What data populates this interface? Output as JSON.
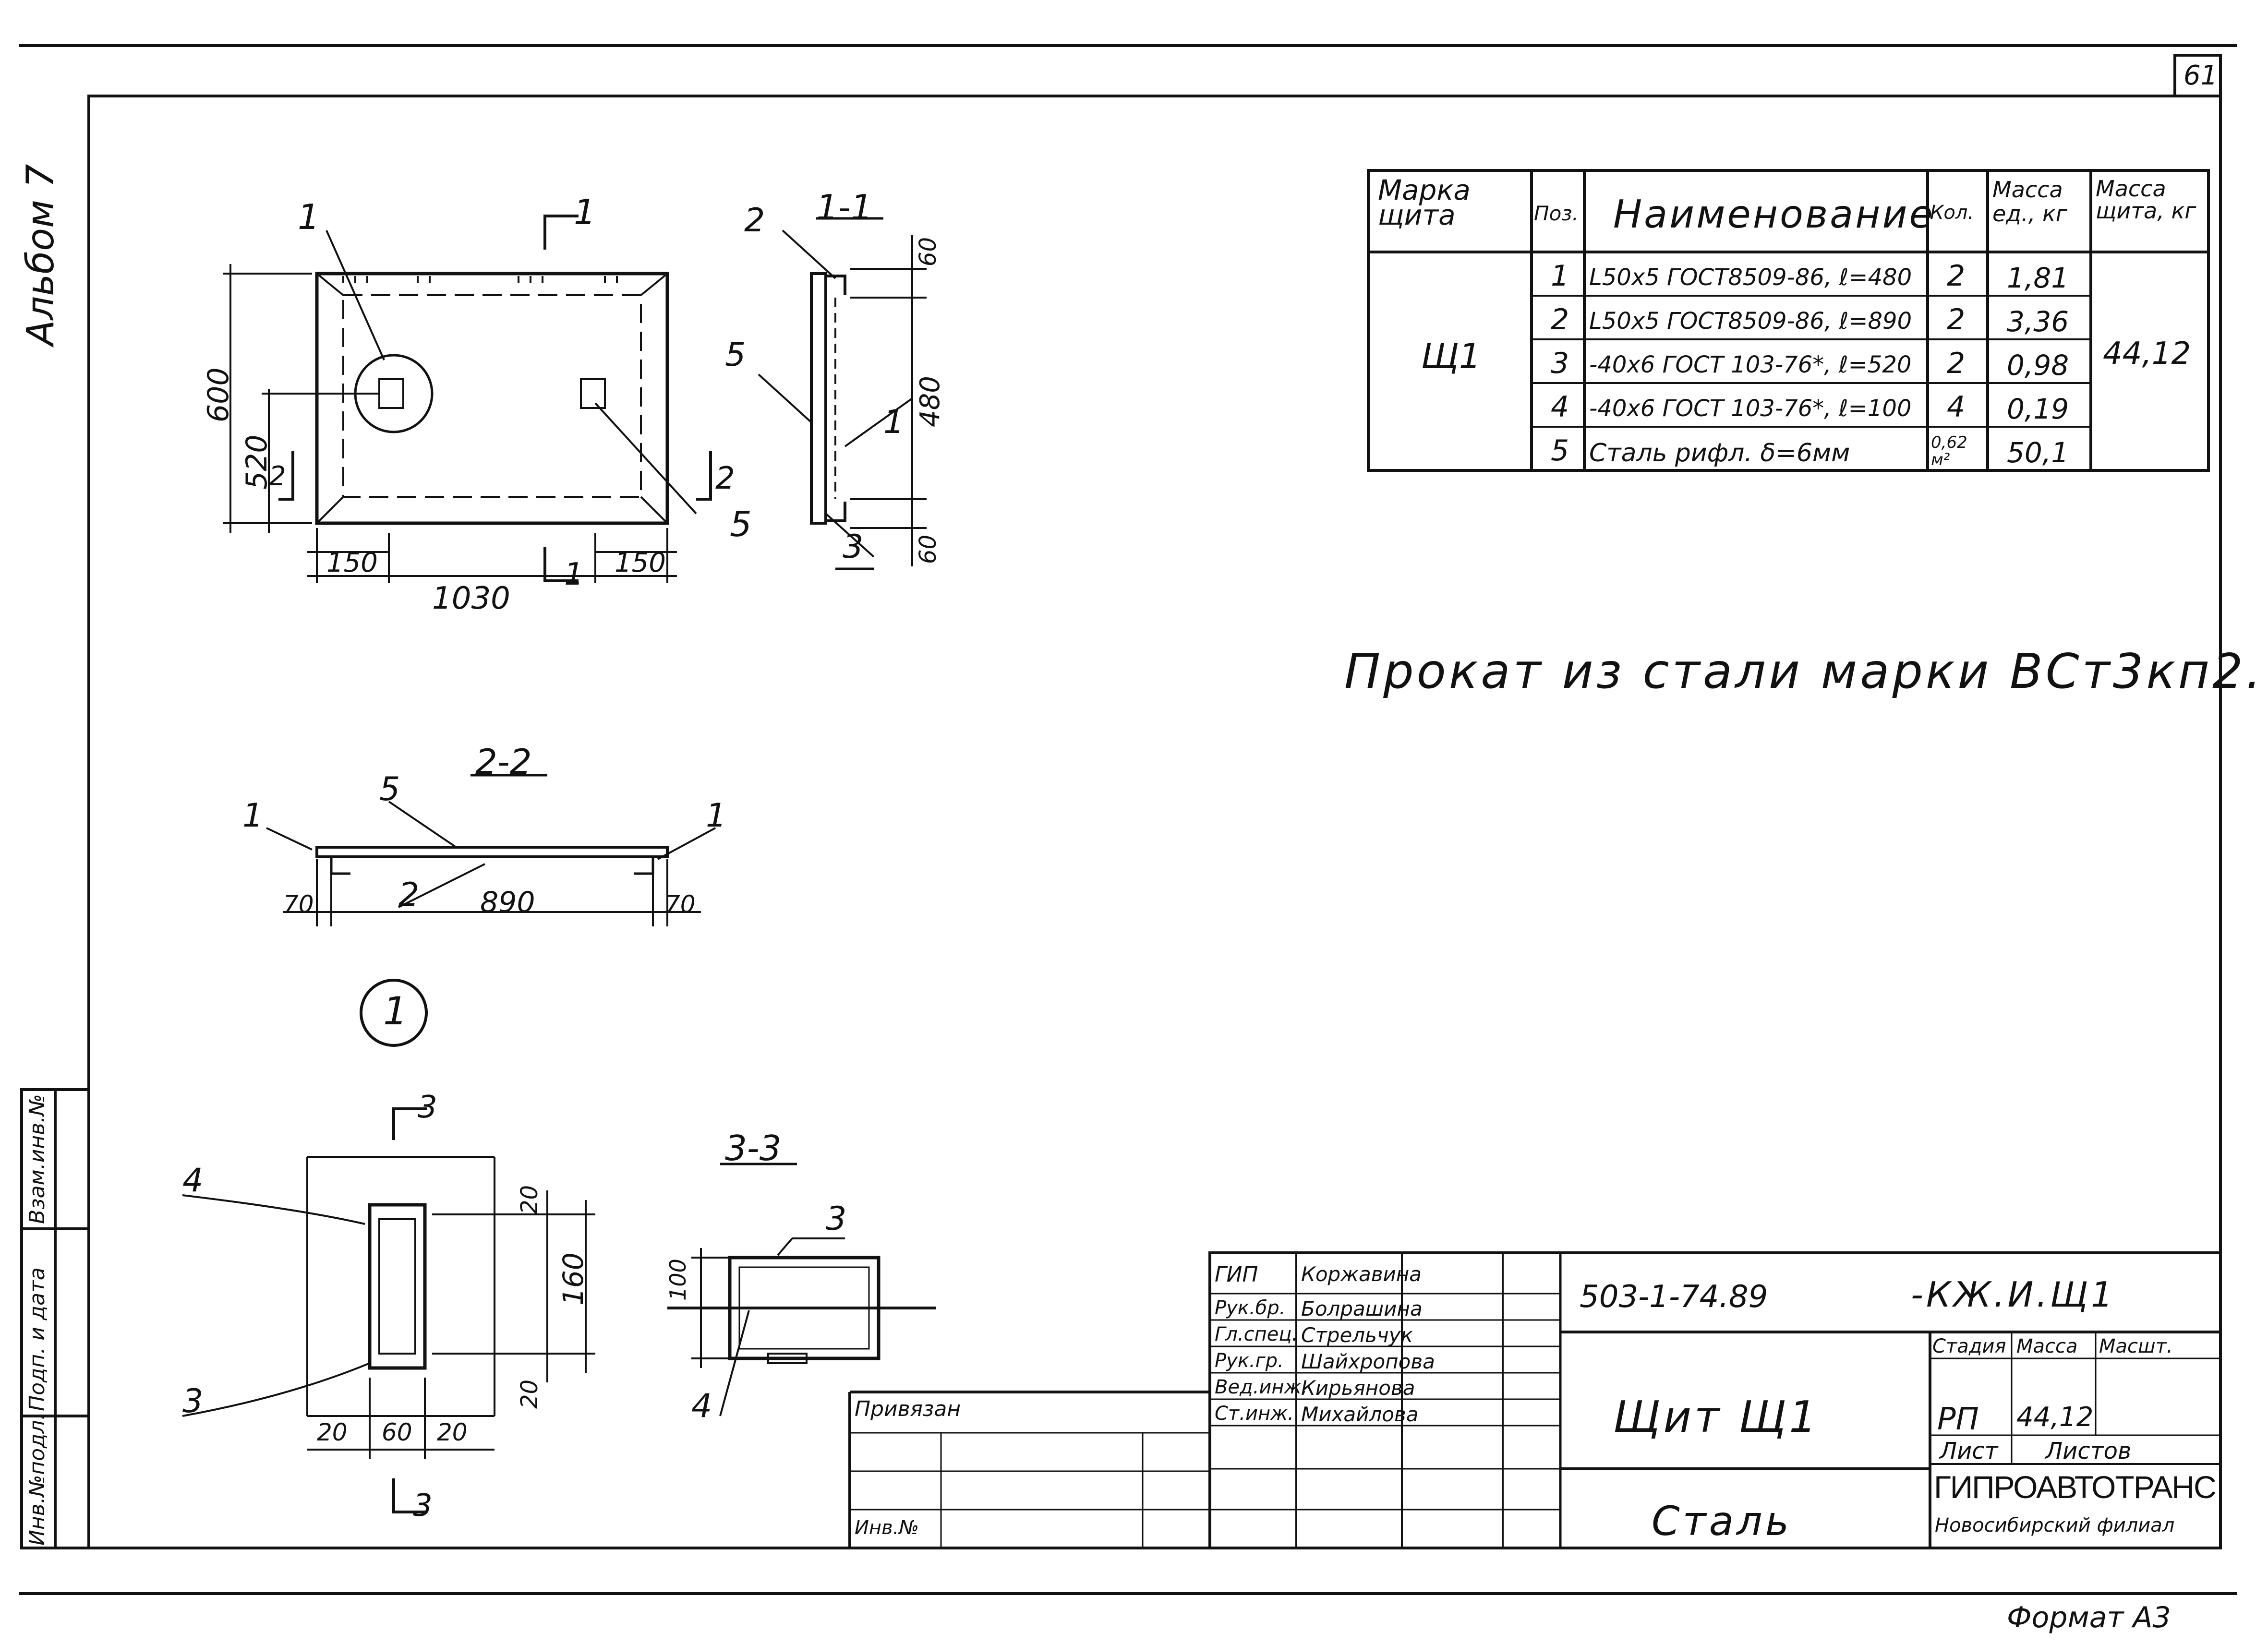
{
  "sheet": {
    "album": "Альбом 7",
    "sheet_no": "61",
    "bottom_stamp": "Формат А3",
    "note": "Прокат из стали марки ВСт3кп2."
  },
  "spec_table": {
    "headers": [
      "Марка щита",
      "Поз.",
      "Наименование",
      "Кол.",
      "Масса ед., кг",
      "Масса щита, кг"
    ],
    "mark": "Щ1",
    "total_mass": "44,12",
    "rows": [
      {
        "pos": "1",
        "name": "L50x5 ГОСТ8509-86, ℓ=480",
        "qty": "2",
        "mass": "1,81"
      },
      {
        "pos": "2",
        "name": "L50x5 ГОСТ8509-86, ℓ=890",
        "qty": "2",
        "mass": "3,36"
      },
      {
        "pos": "3",
        "name": "-40x6 ГОСТ 103-76*, ℓ=520",
        "qty": "2",
        "mass": "0,98"
      },
      {
        "pos": "4",
        "name": "-40x6 ГОСТ 103-76*, ℓ=100",
        "qty": "4",
        "mass": "0,19"
      },
      {
        "pos": "5",
        "name": "Сталь рифл. δ=6мм",
        "qty": "0,62 м²",
        "mass": "50,1"
      }
    ]
  },
  "drawings": {
    "plan": {
      "dims": {
        "width": "1030",
        "height": "600",
        "inner": "520",
        "left_offset": "150",
        "right_offset": "150"
      },
      "callouts": [
        "1",
        "5"
      ],
      "section_marks": [
        "1",
        "1",
        "2",
        "2"
      ]
    },
    "section_1_1": {
      "title": "1-1",
      "dims": [
        "60",
        "480",
        "60"
      ],
      "callouts": [
        "2",
        "5",
        "1",
        "3"
      ]
    },
    "section_2_2": {
      "title": "2-2",
      "dims": [
        "70",
        "890",
        "70"
      ],
      "callouts": [
        "5",
        "1",
        "1",
        "2"
      ]
    },
    "node_1": {
      "label": "1",
      "dims": [
        "20",
        "160",
        "20",
        "20",
        "60",
        "20"
      ],
      "callouts": [
        "4",
        "3"
      ],
      "section_marks": [
        "3",
        "3"
      ]
    },
    "section_3_3": {
      "title": "3-3",
      "dims": [
        "100"
      ],
      "callouts": [
        "3",
        "4"
      ]
    }
  },
  "side_stamp": {
    "cells": [
      "Инв.№подл.",
      "Подп. и дата",
      "Взам.инв.№"
    ]
  },
  "title_block": {
    "doc_code": "503-1-74.89",
    "doc_suffix": "-КЖ.И.Щ1",
    "title": "Щит Щ1",
    "material": "Сталь",
    "stage_header": "Стадия",
    "mass_header": "Масса",
    "scale_header": "Масшт.",
    "stage": "РП",
    "mass": "44,12",
    "sheet_label": "Лист",
    "sheets_label": "Листов",
    "org": "ГИПРОАВТОТРАНС",
    "branch": "Новосибирский филиал",
    "bound": "Привязан",
    "inv_no": "Инв.№",
    "signers": [
      {
        "role": "ГИП",
        "name": "Коржавина"
      },
      {
        "role": "Рук.бр.",
        "name": "Болрашина"
      },
      {
        "role": "Гл.спец.",
        "name": "Стрельчук"
      },
      {
        "role": "Рук.гр.",
        "name": "Шайхропова"
      },
      {
        "role": "Вед.инж.",
        "name": "Кирьянова"
      },
      {
        "role": "Ст.инж.",
        "name": "Михайлова"
      }
    ]
  }
}
